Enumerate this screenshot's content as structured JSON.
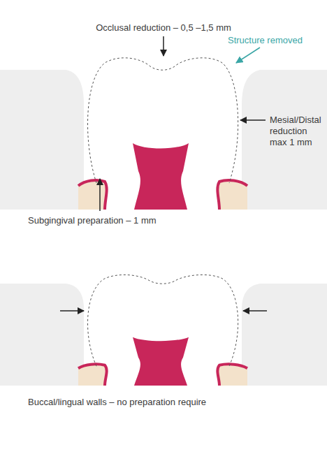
{
  "diagram": {
    "labels": [
      "Occlusal reduction – 0,5 –1,5 mm",
      "Structure removed",
      "Mesial/Distal reduction max 1 mm",
      "Subgingival preparation – 1 mm",
      "Buccal/lingual walls – no preparation require"
    ]
  }
}
